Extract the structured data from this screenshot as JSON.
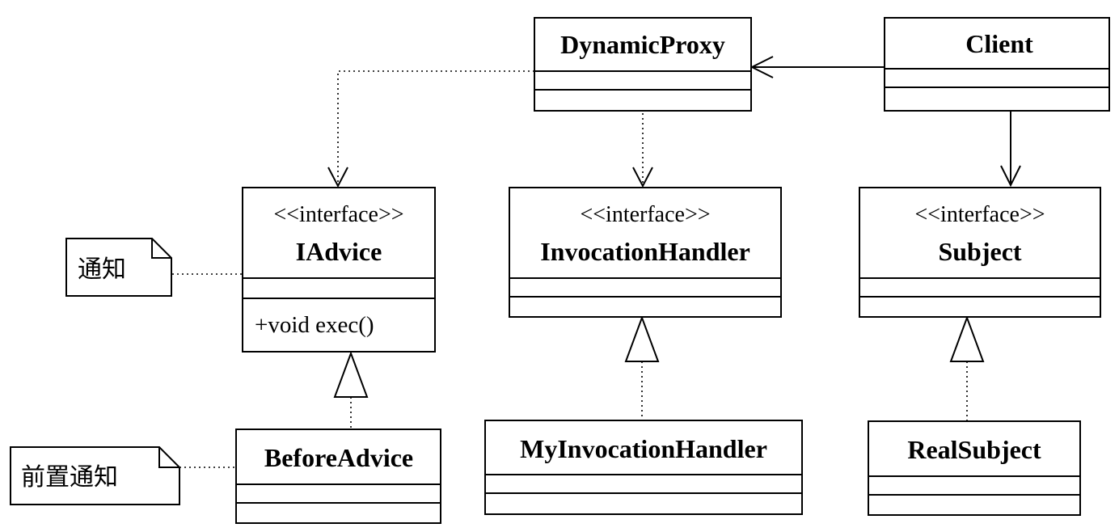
{
  "classes": {
    "dynamic_proxy": {
      "name": "DynamicProxy"
    },
    "client": {
      "name": "Client"
    },
    "iadvice": {
      "stereotype": "<<interface>>",
      "name": "IAdvice",
      "method": "+void exec()"
    },
    "invocation_handler": {
      "stereotype": "<<interface>>",
      "name": "InvocationHandler"
    },
    "subject": {
      "stereotype": "<<interface>>",
      "name": "Subject"
    },
    "before_advice": {
      "name": "BeforeAdvice"
    },
    "my_invocation_handler": {
      "name": "MyInvocationHandler"
    },
    "real_subject": {
      "name": "RealSubject"
    }
  },
  "notes": {
    "advice_note": "通知",
    "before_advice_note": "前置通知"
  },
  "colors": {
    "stroke": "#000000",
    "background": "#ffffff"
  }
}
